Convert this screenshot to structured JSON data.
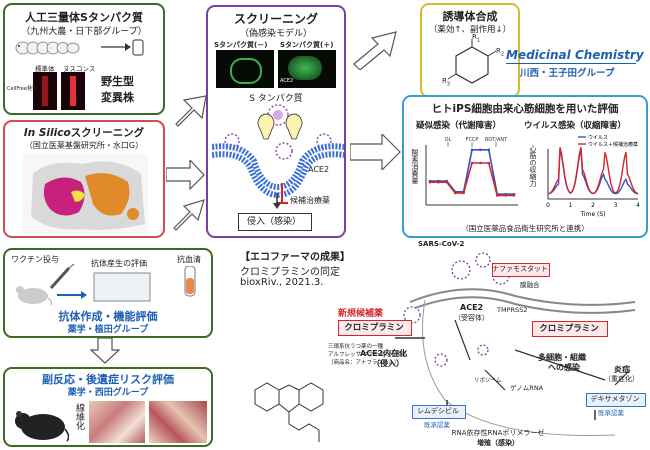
{
  "protein_box": {
    "title": "人工三量体Sタンパク質",
    "subtitle": "（九州大農・日下部グループ）",
    "gel_label_left": "標準体",
    "gel_label_right": "ヌスコンス",
    "cell_label": "CellFree発現",
    "wild_label": "野生型",
    "mutant_label": "変異株"
  },
  "insilico_box": {
    "title_prefix": "In Silico",
    "title_suffix": "スクリーニング",
    "subtitle": "（国立医薬基盤研究所・水口G）"
  },
  "antibody_box": {
    "vaccine_label": "ワクチン投与",
    "eval_label": "抗体産生の評価",
    "serum_label": "抗血清",
    "title": "抗体作成・機能評価",
    "subtitle": "薬学・植田グループ"
  },
  "side_effect_box": {
    "title": "副反応・後遺症リスク評価",
    "subtitle": "薬学・西田グループ",
    "vertical_label": "線維化"
  },
  "screening_box": {
    "title": "スクリーニング",
    "subtitle": "（偽感染モデル）",
    "s_minus": "Sタンパク質(－)",
    "s_plus": "Sタンパク質(＋)",
    "s_label": "S タンパク質",
    "ace2_label": "ACE2",
    "ace2_panel_label": "ACE2",
    "candidate_label": "候補治療薬",
    "infection_label": "侵入（感染）"
  },
  "derivative_box": {
    "title": "誘導体合成",
    "subtitle": "（薬効↑、副作用↓）",
    "r1": "R",
    "r2": "R",
    "r3": "R"
  },
  "medchem": {
    "title": "Medicinal Chemistry",
    "subtitle": "川西・王子田グループ"
  },
  "ips_box": {
    "title": "ヒトiPS細胞由来心筋細胞を用いた評価",
    "left_title": "疑似感染（代謝障害）",
    "right_title": "ウイルス感染（収縮障害）",
    "left_ylabel": "酸素消費量",
    "right_ylabel": "心筋の収縮力",
    "annotations": [
      "OL",
      "FCCP",
      "ROT/ANT"
    ],
    "legend": [
      "ウイルス",
      "ウイルス＋候補治療薬"
    ],
    "right_xlabel": "Time (S)",
    "footer": "（国立医薬品食品衛生研究所と連携）"
  },
  "ecopharma": {
    "title": "【エコファーマの成果】",
    "line1": "クロミプラミンの同定",
    "line2": "bioxRiv., 2021.3."
  },
  "mechanism": {
    "virus_label": "SARS-CoV-2",
    "nafamostat": "ナファモスタット",
    "fusion_label": "膜融合",
    "ace2_label": "ACE2",
    "ace2_sub": "（受容体）",
    "tmprss2": "TMPRSS2",
    "new_candidate": "新規候補薬",
    "clomipramine": "クロミプラミン",
    "ace2_internal": "ACE2内在化",
    "ace2_internal_sub": "（侵入）",
    "tricyclic_line1": "三環系抗うつ薬の一種",
    "tricyclic_line2": "アルフレッサ ファーマから販売",
    "tricyclic_line3": "（商品名：アナフラニール）",
    "multi_organ": "多細胞・組織",
    "multi_organ_sub": "への感染",
    "inflammation": "炎症",
    "inflammation_sub": "（重症化）",
    "dexamethasone": "デキサメタゾン",
    "approved1": "既承認薬",
    "remdesivir": "レムデシビル",
    "approved2": "既承認薬",
    "genome_rna": "ゲノムRNA",
    "ribosome": "リボソーム",
    "rdrp_line1": "RNA依存性RNAポリメラーゼ",
    "rdrp_line2": "増殖（感染）"
  },
  "chart_data": [
    {
      "type": "line",
      "title": "疑似感染（代謝障害）",
      "ylabel": "酸素消費量",
      "annotations": [
        "OL",
        "FCCP",
        "ROT/ANT"
      ],
      "series": [
        {
          "values": [
            40,
            40,
            40,
            22,
            22,
            92,
            92,
            92,
            18,
            18,
            18
          ]
        },
        {
          "values": [
            38,
            38,
            38,
            20,
            20,
            70,
            70,
            70,
            16,
            16,
            16
          ]
        }
      ]
    },
    {
      "type": "line",
      "title": "ウイルス感染（収縮障害）",
      "ylabel": "心筋の収縮力",
      "xlabel": "Time (S)",
      "x": [
        0,
        1,
        2,
        3,
        4
      ],
      "xlim": [
        0,
        4
      ],
      "series": [
        {
          "name": "ウイルス",
          "values": [
            0.2,
            0.9,
            0.4,
            0.3,
            0.2
          ]
        },
        {
          "name": "ウイルス＋候補治療薬",
          "values": [
            0.3,
            0.95,
            0.5,
            0.85,
            0.4
          ]
        }
      ]
    }
  ]
}
